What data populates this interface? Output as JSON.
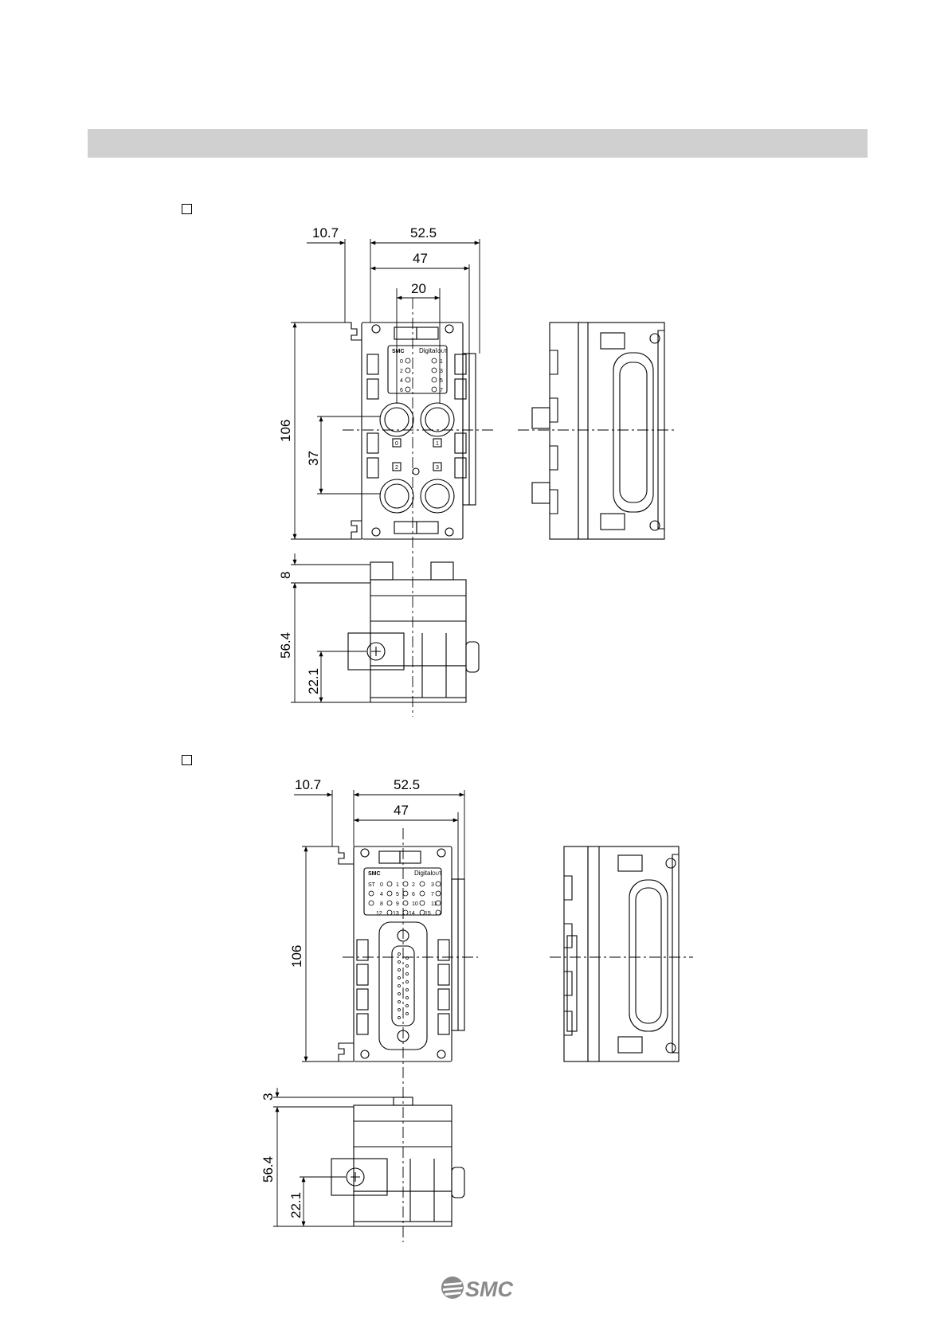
{
  "section_bar": "",
  "drawing_1": {
    "dims": {
      "offset": "10.7",
      "overall_width": "52.5",
      "body_width": "47",
      "connector_pitch_h": "20",
      "height": "106",
      "connector_pitch_v": "37",
      "connector_protrusion": "8",
      "depth": "56.4",
      "mount_height": "22.1"
    },
    "panel": {
      "brand": "SMC",
      "label": "Digital",
      "badge": "OUT",
      "leds_left": [
        "0",
        "2",
        "4",
        "6"
      ],
      "leds_right": [
        "1",
        "3",
        "5",
        "7"
      ],
      "port_numbers": [
        "0",
        "1",
        "2",
        "3"
      ]
    }
  },
  "drawing_2": {
    "dims": {
      "offset": "10.7",
      "overall_width": "52.5",
      "body_width": "47",
      "height": "106",
      "connector_protrusion": "3",
      "depth": "56.4",
      "mount_height": "22.1"
    },
    "panel": {
      "brand": "SMC",
      "label": "Digital",
      "badge": "OUT",
      "led_rows": [
        [
          "ST",
          "0",
          "1",
          "2",
          "3"
        ],
        [
          "",
          "4",
          "5",
          "6",
          "7"
        ],
        [
          "",
          "8",
          "9",
          "10",
          "11"
        ],
        [
          "12",
          "13",
          "14",
          "15"
        ]
      ]
    }
  },
  "footer_logo": "SMC"
}
